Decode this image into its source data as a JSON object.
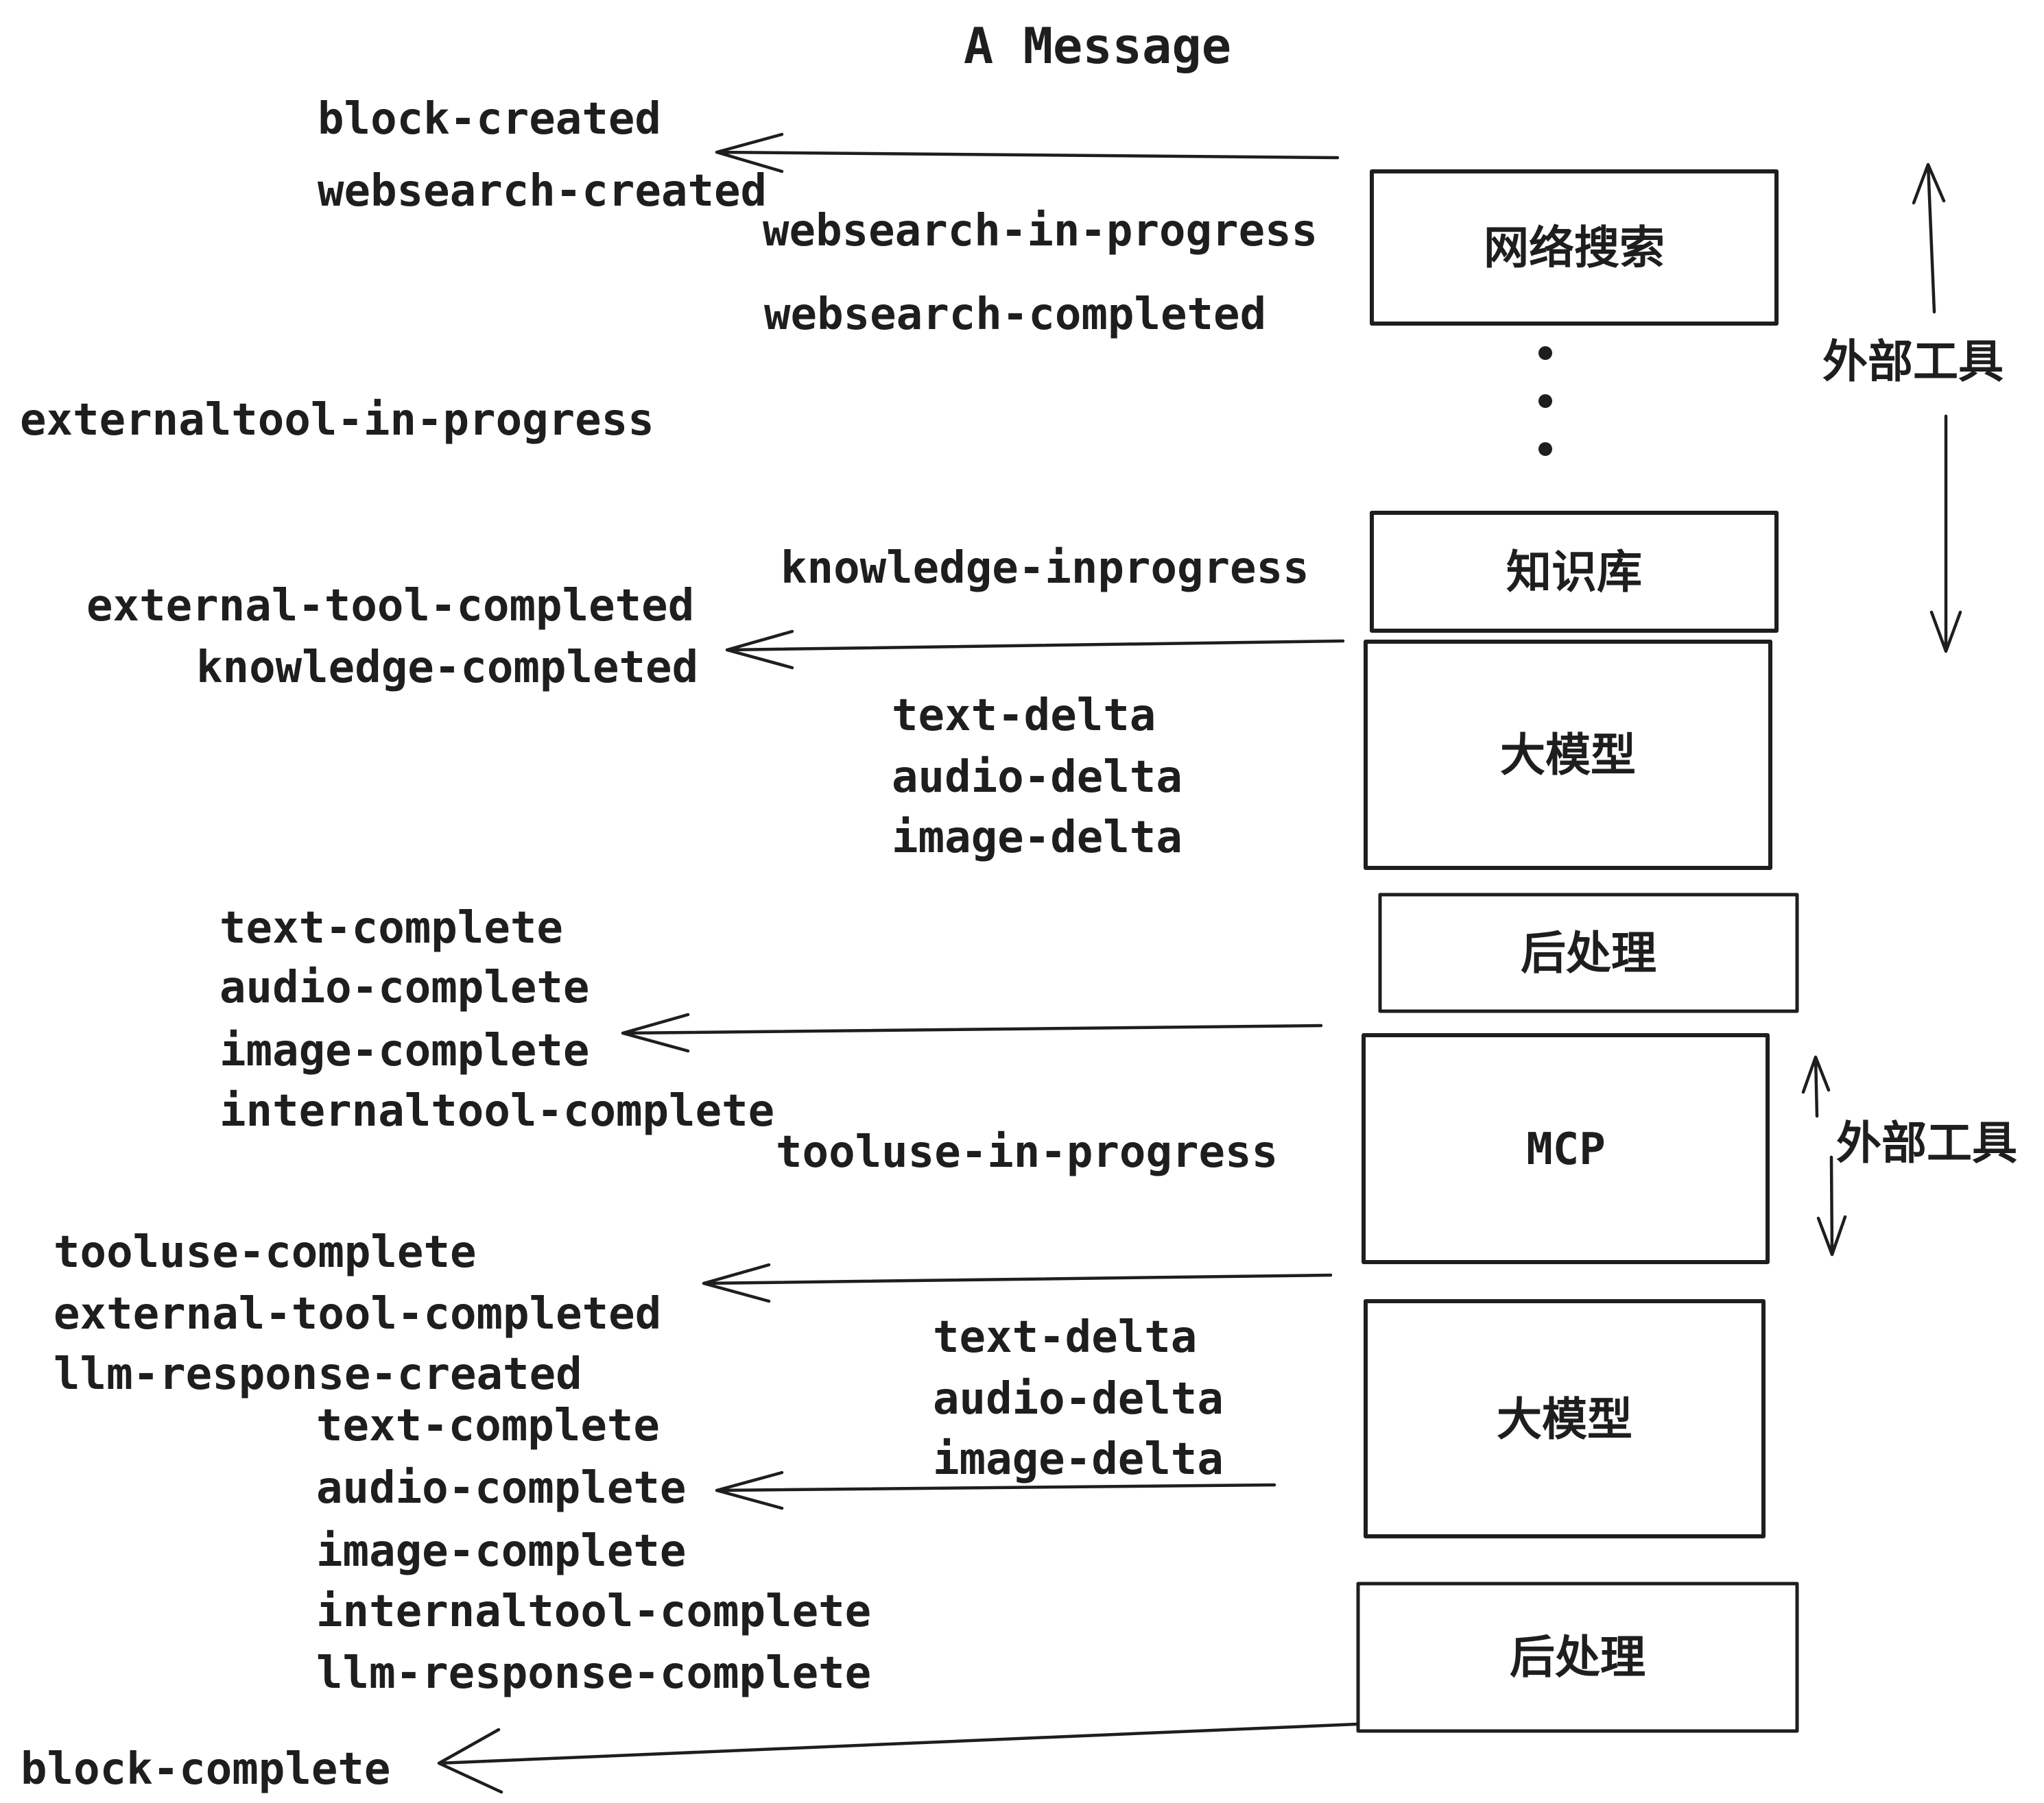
{
  "title": "A Message",
  "colors": {
    "pink": "#ffc9c9",
    "green": "#b2f2bb",
    "yellow": "#ffec99",
    "white": "#ffffff",
    "stroke": "#1e1e1e"
  },
  "boxes": [
    {
      "id": "websearch",
      "label": "网络搜索"
    },
    {
      "id": "knowledge",
      "label": "知识库"
    },
    {
      "id": "llm-1",
      "label": "大模型"
    },
    {
      "id": "postprocess-1",
      "label": "后处理"
    },
    {
      "id": "mcp",
      "label": "MCP"
    },
    {
      "id": "llm-2",
      "label": "大模型"
    },
    {
      "id": "postprocess-2",
      "label": "后处理"
    }
  ],
  "side_labels": [
    {
      "id": "external-tool-top",
      "label": "外部工具"
    },
    {
      "id": "external-tool-bottom",
      "label": "外部工具"
    }
  ],
  "events": [
    {
      "label": "block-created"
    },
    {
      "label": "websearch-created"
    },
    {
      "label": "websearch-in-progress"
    },
    {
      "label": "websearch-completed"
    },
    {
      "label": "externaltool-in-progress"
    },
    {
      "label": "knowledge-inprogress"
    },
    {
      "label": "external-tool-completed"
    },
    {
      "label": "knowledge-completed"
    },
    {
      "label": "text-delta"
    },
    {
      "label": "audio-delta"
    },
    {
      "label": "image-delta"
    },
    {
      "label": "text-complete"
    },
    {
      "label": "audio-complete"
    },
    {
      "label": "image-complete"
    },
    {
      "label": "internaltool-complete"
    },
    {
      "label": "tooluse-in-progress"
    },
    {
      "label": "tooluse-complete"
    },
    {
      "label": "external-tool-completed"
    },
    {
      "label": "llm-response-created"
    },
    {
      "label": "text-delta"
    },
    {
      "label": "audio-delta"
    },
    {
      "label": "image-delta"
    },
    {
      "label": "text-complete"
    },
    {
      "label": "audio-complete"
    },
    {
      "label": "image-complete"
    },
    {
      "label": "internaltool-complete"
    },
    {
      "label": "llm-response-complete"
    },
    {
      "label": "block-complete"
    }
  ]
}
